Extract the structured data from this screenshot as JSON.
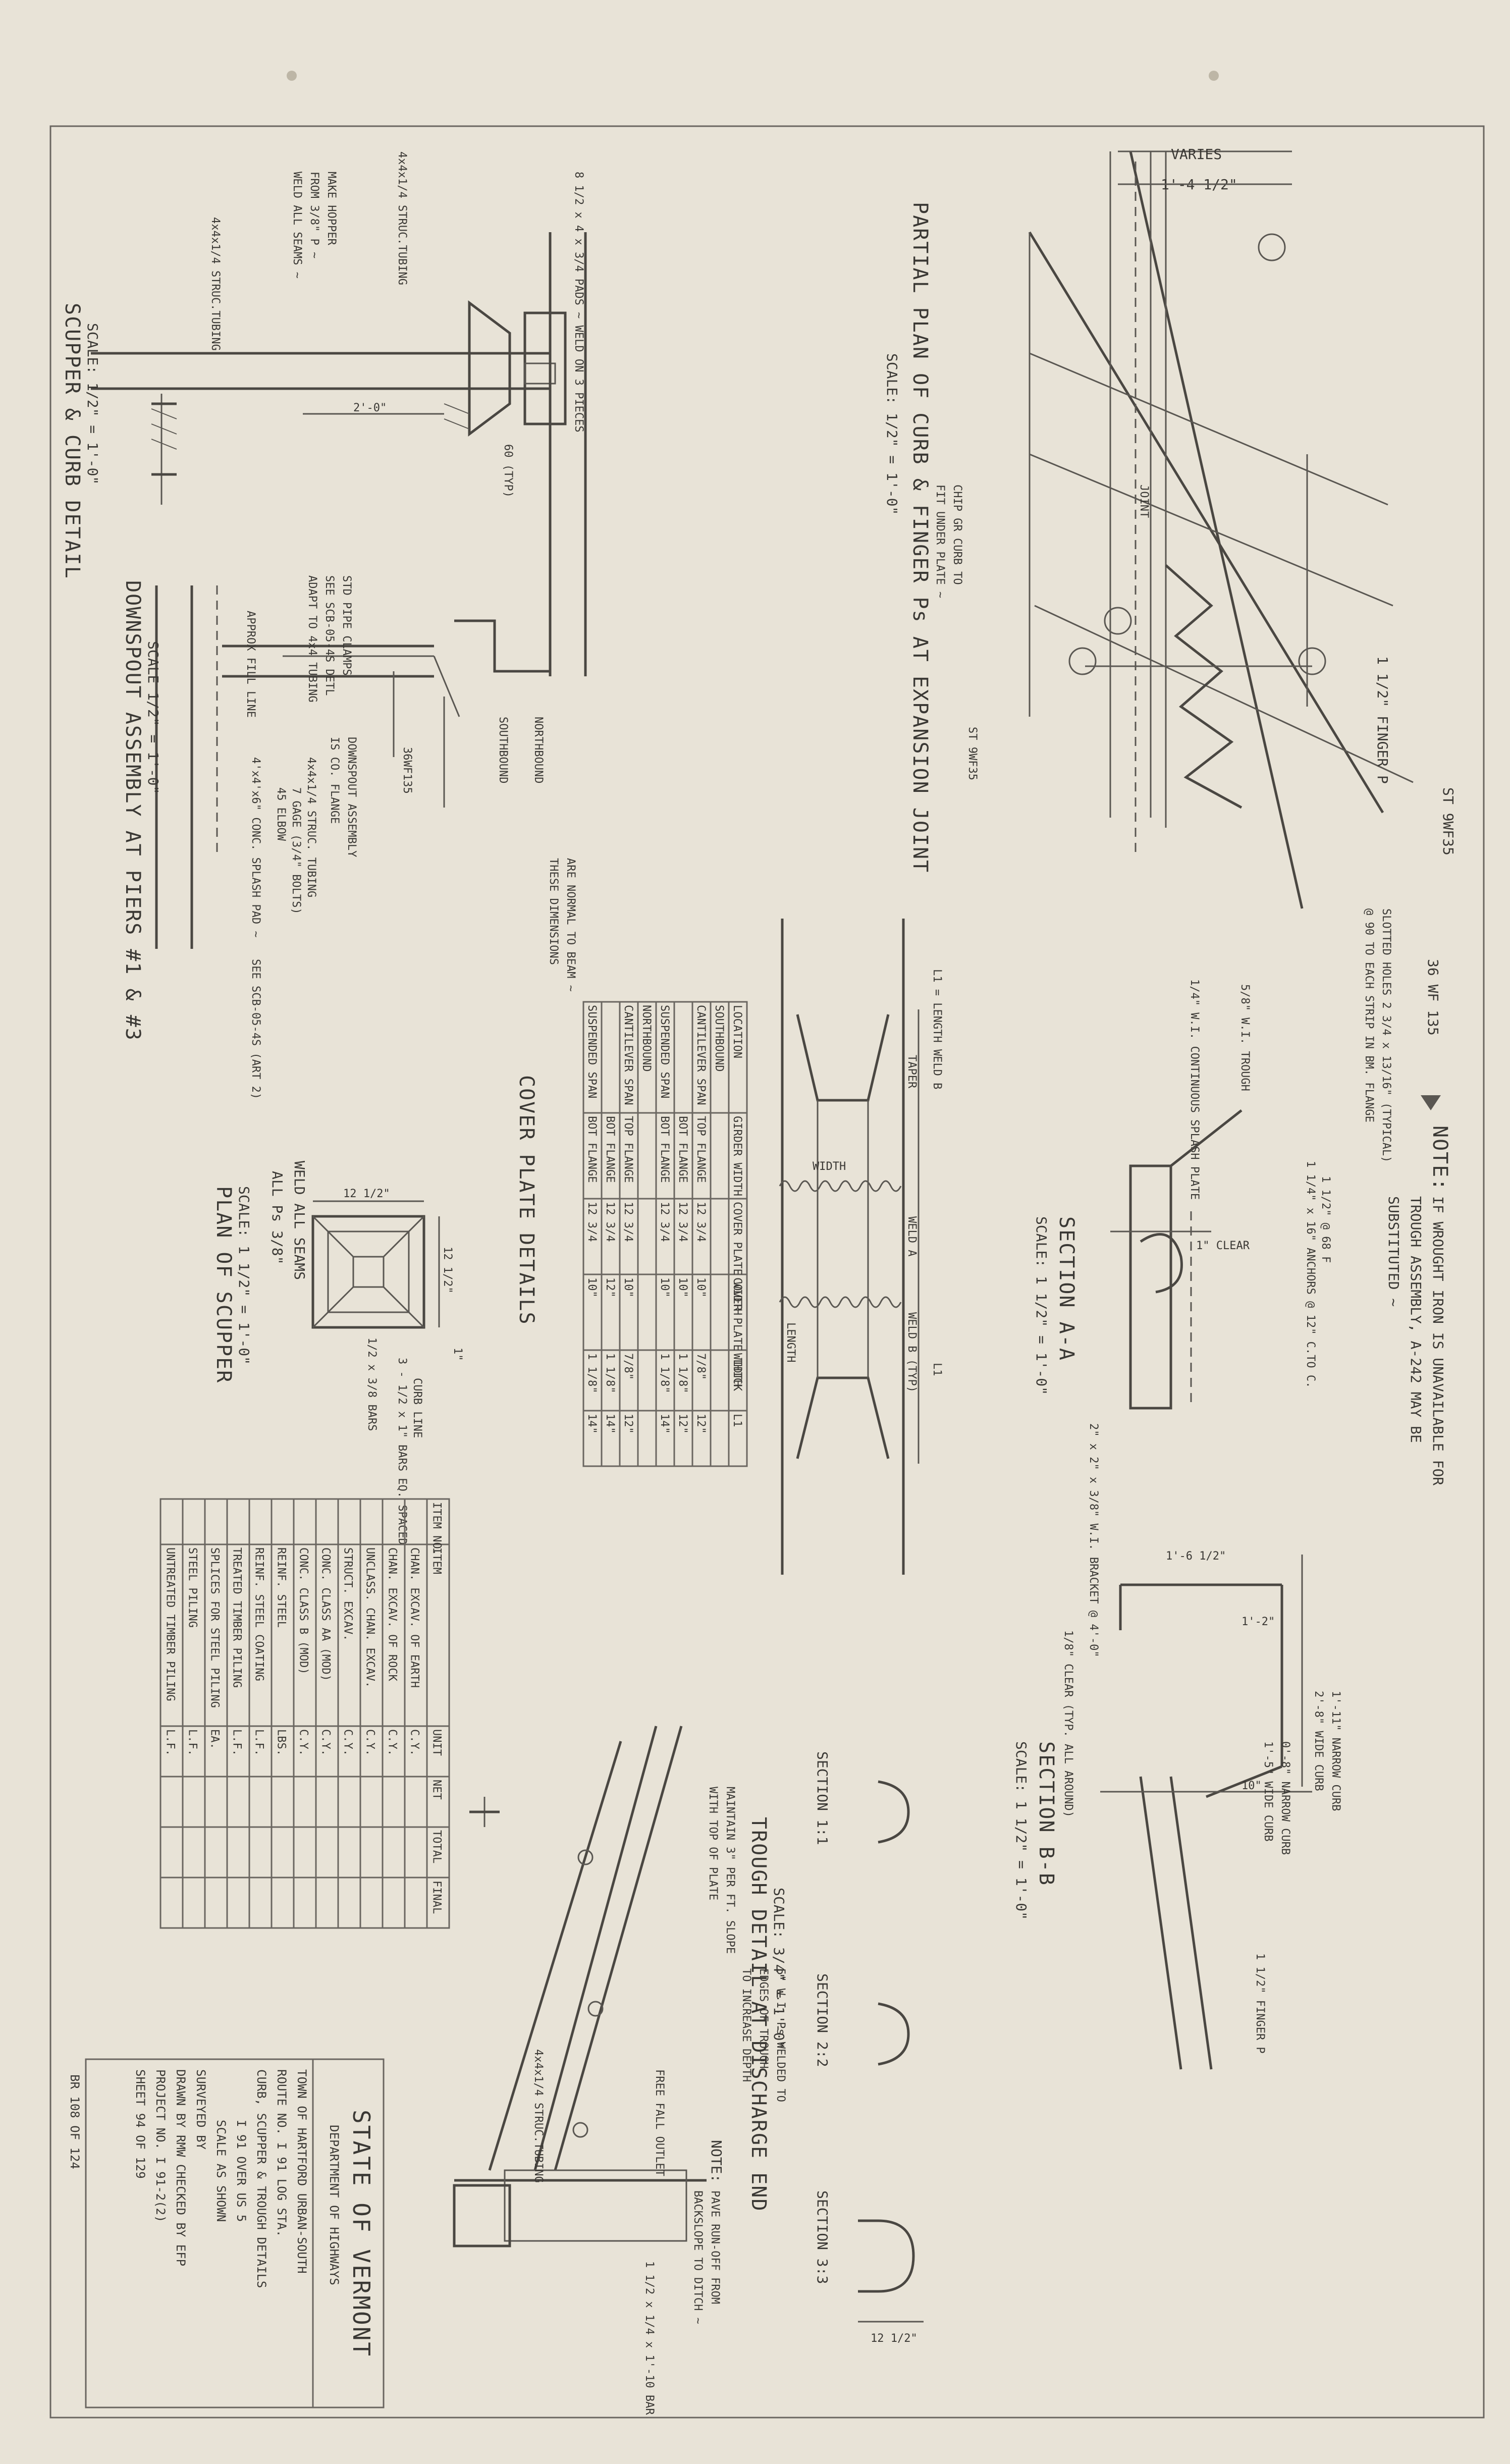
{
  "titles": {
    "partial_plan": "PARTIAL PLAN OF CURB & FINGER Ps AT EXPANSION JOINT",
    "partial_plan_scale": "SCALE: 1/2\" = 1'-0\"",
    "scupper_curb": "SCUPPER & CURB DETAIL",
    "scupper_curb_scale": "SCALE: 1/2\" = 1'-0\"",
    "downspout": "DOWNSPOUT ASSEMBLY AT PIERS #1 & #3",
    "downspout_scale": "SCALE 1/2\" = 1'-0\"",
    "section_aa": "SECTION A-A",
    "section_aa_scale": "SCALE: 1 1/2\" = 1'-0\"",
    "section_bb": "SECTION B-B",
    "section_bb_scale": "SCALE: 1 1/2\" = 1'-0\"",
    "cover_plate": "COVER PLATE DETAILS",
    "plan_scupper": "PLAN OF SCUPPER",
    "plan_scupper_scale": "SCALE: 1 1/2\" = 1'-0\"",
    "trough_detail": "TROUGH DETAIL AT DISCHARGE END",
    "trough_detail_scale": "SCALE: 3/4\" = 1'-0\"",
    "section_11": "SECTION 1:1",
    "section_22": "SECTION 2:2",
    "section_33": "SECTION 3:3"
  },
  "notes": {
    "note_label": "NOTE:",
    "wrought_iron_1": "IF WROUGHT IRON IS UNAVAILABLE FOR",
    "wrought_iron_2": "TROUGH ASSEMBLY, A-242 MAY BE",
    "wrought_iron_3": "SUBSTITUTED ~",
    "pave_1": "PAVE RUN-OFF FROM",
    "pave_2": "BACKSLOPE TO DITCH ~",
    "dims_1": "THESE DIMENSIONS",
    "dims_2": "ARE NORMAL TO BEAM ~",
    "make_hopper_1": "MAKE HOPPER",
    "make_hopper_2": "FROM 3/8\" P ~",
    "make_hopper_3": "WELD ALL SEAMS ~",
    "std_clamps_1": "STD PIPE CLAMPS",
    "std_clamps_2": "SEE SCB-05-4S DETL",
    "std_clamps_3": "ADAPT TO 4x4 TUBING",
    "weld_all": "WELD ALL SEAMS",
    "all_ps": "ALL Ps 3/8\"",
    "maintain_1": "MAINTAIN 3\" PER FT. SLOPE",
    "maintain_2": "WITH TOP OF PLATE",
    "pl_welded_1": "5\" W.I. Ps WELDED TO",
    "pl_welded_2": "EDGES OF TROUGH",
    "pl_welded_3": "TO INCREASE DEPTH",
    "free_fall": "FREE FALL OUTLET"
  },
  "labels": {
    "varies": "VARIES",
    "dim_1_4_half": "1'-4 1/2\"",
    "st_9wf35": "ST 9WF35",
    "wf_135": "36 WF 135",
    "slotted_holes": "SLOTTED HOLES 2 3/4 x 13/16\" (TYPICAL)",
    "slotted_holes_2": "@ 90 TO EACH STRIP IN BM. FLANGE",
    "finger_pl": "1 1/2\" FINGER P",
    "wi_trough": "5/8\" W.I. TROUGH",
    "wi_splash": "1/4\" W.I. CONTINUOUS SPLASH PLATE",
    "anchors": "1 1/4\" x 16\" ANCHORS @ 12\" C.TO C.",
    "clear": "1\" CLEAR",
    "dim_1_half": "1 1/2\" @ 68 F",
    "wi_bracket": "2\" x 2\" x 3/8\" W.I. BRACKET @ 4'-0\"",
    "chip_curb_1": "CHIP GR CURB TO",
    "chip_curb_2": "FIT UNDER PLATE ~",
    "joint": "JOINT",
    "narrow_curb": "1'-11\" NARROW CURB",
    "wide_curb": "2'-8\" WIDE CURB",
    "narrow_curb_2": "0'-8\" NARROW CURB",
    "wide_curb_2": "1'-5\" WIDE CURB",
    "dim_1_6_half": "1'-6 1/2\"",
    "dim_1_2": "1'-2\"",
    "dim_10": "10\"",
    "finger_pl_2": "1 1/2\" FINGER P",
    "clear_all": "1/8\" CLEAR (TYP. ALL AROUND)",
    "tubing_1": "4x4x1/4 STRUC.TUBING",
    "tubing_2": "4x4x1/4 STRUC.TUBING",
    "pads": "8 1/2 x 4 x 3/4 PADS ~ WELD ON 3 PIECES",
    "dim_2_0": "2'-0\"",
    "dim_60": "60 (TYP)",
    "southbound": "SOUTHBOUND",
    "northbound": "NORTHBOUND",
    "wf_135_b": "36WF135",
    "downspout_assy_1": "DOWNSPOUT ASSEMBLY",
    "downspout_assy_2": "IS CO. FLANGE",
    "tubing_3": "4x4x1/4 STRUC. TUBING",
    "gauge": "7 GAGE (3/4\" BOLTS)",
    "elbow": "45 ELBOW",
    "splash_pad": "4'x4'x6\" CONC. SPLASH PAD ~",
    "see_scb": "SEE SCB-05-4S (ART 2)",
    "approx_fill": "APPROX FILL LINE",
    "l1_weld": "L1 = LENGTH WELD B",
    "taper": "TAPER",
    "width": "WIDTH",
    "weld_a": "WELD A",
    "weld_b": "WELD B (TYP)",
    "length": "LENGTH",
    "l1": "L1",
    "dim_12_half": "12 1/2\"",
    "dim_12_half_b": "12 1/2\"",
    "scupper_grate": "1/2 x 3/8 BARS",
    "bars": "3 - 1/2 x 1\" BARS EQ. SPACED",
    "curb_line": "CURB LINE",
    "dim_1": "1\"",
    "tubing_4": "4x4x1/4 STRUC.TUBING",
    "bar": "1 1/2 x 1/4 x 1'-10 BAR",
    "dim_12": "12 1/2\""
  },
  "cover_table": {
    "headers": [
      "LOCATION",
      "GIRDER WIDTH",
      "COVER PLATE WIDTH",
      "COVER PLATE THICK",
      "WIDTH",
      "L1"
    ],
    "rows": [
      [
        "SOUTHBOUND",
        "",
        "",
        "",
        "",
        ""
      ],
      [
        "CANTILEVER SPAN",
        "TOP FLANGE",
        "12 3/4",
        "10\"",
        "7/8\"",
        "12\""
      ],
      [
        "",
        "BOT FLANGE",
        "12 3/4",
        "10\"",
        "1 1/8\"",
        "12\""
      ],
      [
        "SUSPENDED SPAN",
        "BOT FLANGE",
        "12 3/4",
        "10\"",
        "1 1/8\"",
        "14\""
      ],
      [
        "NORTHBOUND",
        "",
        "",
        "",
        "",
        ""
      ],
      [
        "CANTILEVER SPAN",
        "TOP FLANGE",
        "12 3/4",
        "10\"",
        "7/8\"",
        "12\""
      ],
      [
        "",
        "BOT FLANGE",
        "12 3/4",
        "12\"",
        "1 1/8\"",
        "14\""
      ],
      [
        "SUSPENDED SPAN",
        "BOT FLANGE",
        "12 3/4",
        "10\"",
        "1 1/8\"",
        "14\""
      ]
    ]
  },
  "qty_table": {
    "headers": [
      "ITEM NO.",
      "ITEM",
      "UNIT",
      "NET",
      "TOTAL",
      "FINAL"
    ],
    "rows": [
      [
        "",
        "CHAN. EXCAV. OF EARTH",
        "C.Y.",
        "",
        "",
        ""
      ],
      [
        "",
        "CHAN. EXCAV. OF ROCK",
        "C.Y.",
        "",
        "",
        ""
      ],
      [
        "",
        "UNCLASS. CHAN. EXCAV.",
        "C.Y.",
        "",
        "",
        ""
      ],
      [
        "",
        "STRUCT. EXCAV.",
        "C.Y.",
        "",
        "",
        ""
      ],
      [
        "",
        "CONC. CLASS AA (MOD)",
        "C.Y.",
        "",
        "",
        ""
      ],
      [
        "",
        "CONC. CLASS B (MOD)",
        "C.Y.",
        "",
        "",
        ""
      ],
      [
        "",
        "REINF. STEEL",
        "LBS.",
        "",
        "",
        ""
      ],
      [
        "",
        "REINF. STEEL COATING",
        "L.F.",
        "",
        "",
        ""
      ],
      [
        "",
        "TREATED TIMBER PILING",
        "L.F.",
        "",
        "",
        ""
      ],
      [
        "",
        "SPLICES FOR STEEL PILING",
        "EA.",
        "",
        "",
        ""
      ],
      [
        "",
        "STEEL PILING",
        "L.F.",
        "",
        "",
        ""
      ],
      [
        "",
        "UNTREATED TIMBER PILING",
        "L.F.",
        "",
        "",
        ""
      ]
    ]
  },
  "title_block": {
    "state": "STATE OF VERMONT",
    "dept": "DEPARTMENT OF HIGHWAYS",
    "town": "TOWN OF HARTFORD URBAN-SOUTH",
    "route": "ROUTE NO. I 91   LOG STA.",
    "sheet_title": "CURB, SCUPPER & TROUGH DETAILS",
    "location": "I 91 OVER US 5",
    "scale": "SCALE  AS SHOWN",
    "surveyed": "SURVEYED BY",
    "drawn": "DRAWN BY  RMW   CHECKED BY  EFP",
    "project": "PROJECT NO. I 91-2(2)",
    "sheet": "SHEET  94  OF  129",
    "ref": "BR 108 OF 124"
  }
}
